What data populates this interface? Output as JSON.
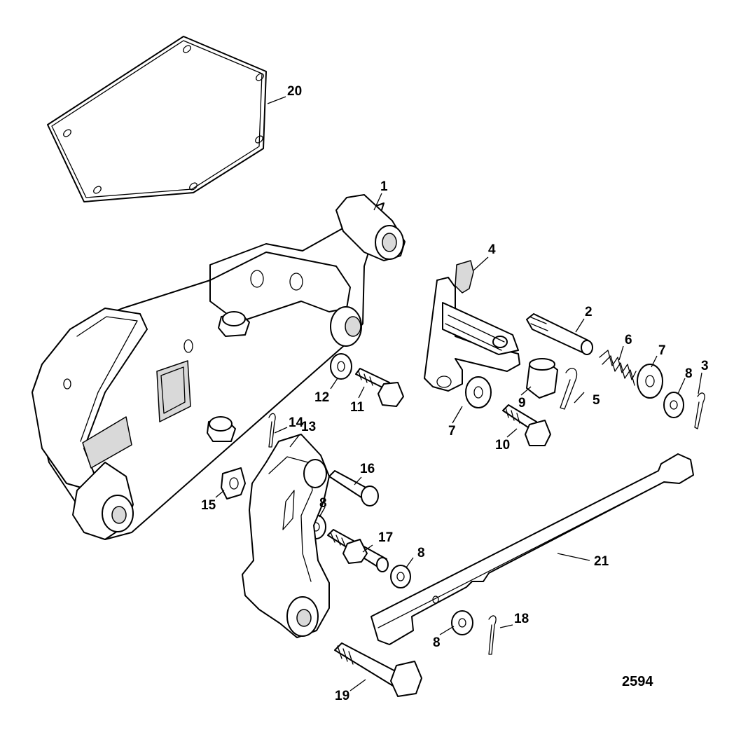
{
  "callouts": {
    "c1": "1",
    "c2": "2",
    "c3": "3",
    "c4": "4",
    "c5": "5",
    "c6": "6",
    "c7a": "7",
    "c7b": "7",
    "c8a": "8",
    "c8b": "8",
    "c8c": "8",
    "c8d": "8",
    "c9": "9",
    "c10": "10",
    "c11": "11",
    "c12": "12",
    "c13": "13",
    "c14": "14",
    "c15": "15",
    "c16": "16",
    "c17": "17",
    "c18": "18",
    "c19": "19",
    "c20": "20",
    "c21": "21"
  },
  "figure_number": "2594"
}
